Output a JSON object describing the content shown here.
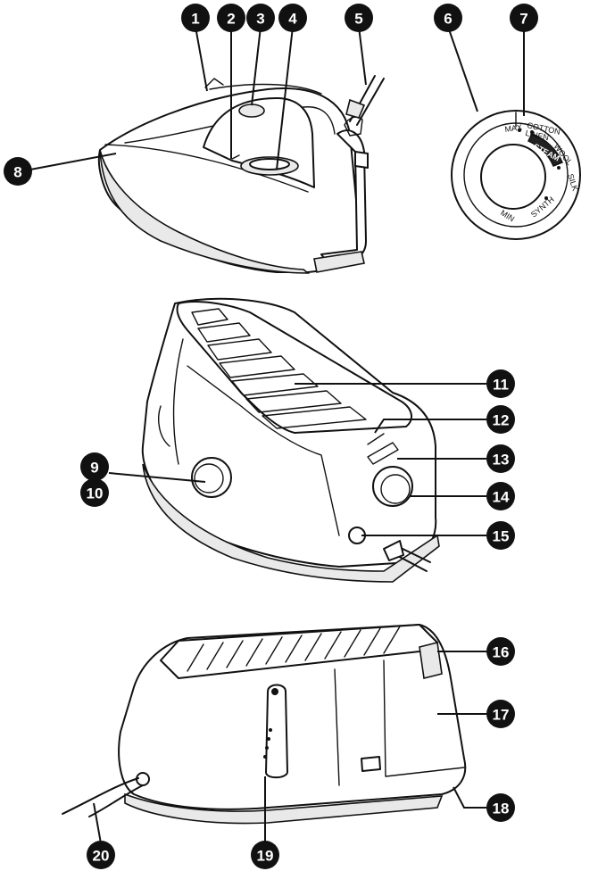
{
  "callouts": [
    "1",
    "2",
    "3",
    "4",
    "5",
    "6",
    "7",
    "8",
    "9",
    "10",
    "11",
    "12",
    "13",
    "14",
    "15",
    "16",
    "17",
    "18",
    "19",
    "20"
  ],
  "dial": {
    "max": "MAX",
    "steam": "STEAM",
    "cotton_linen": "COTTON\nLINEN",
    "wool": "WOOL",
    "silk": "SILK",
    "synth": "SYNTH",
    "min": "MIN"
  }
}
